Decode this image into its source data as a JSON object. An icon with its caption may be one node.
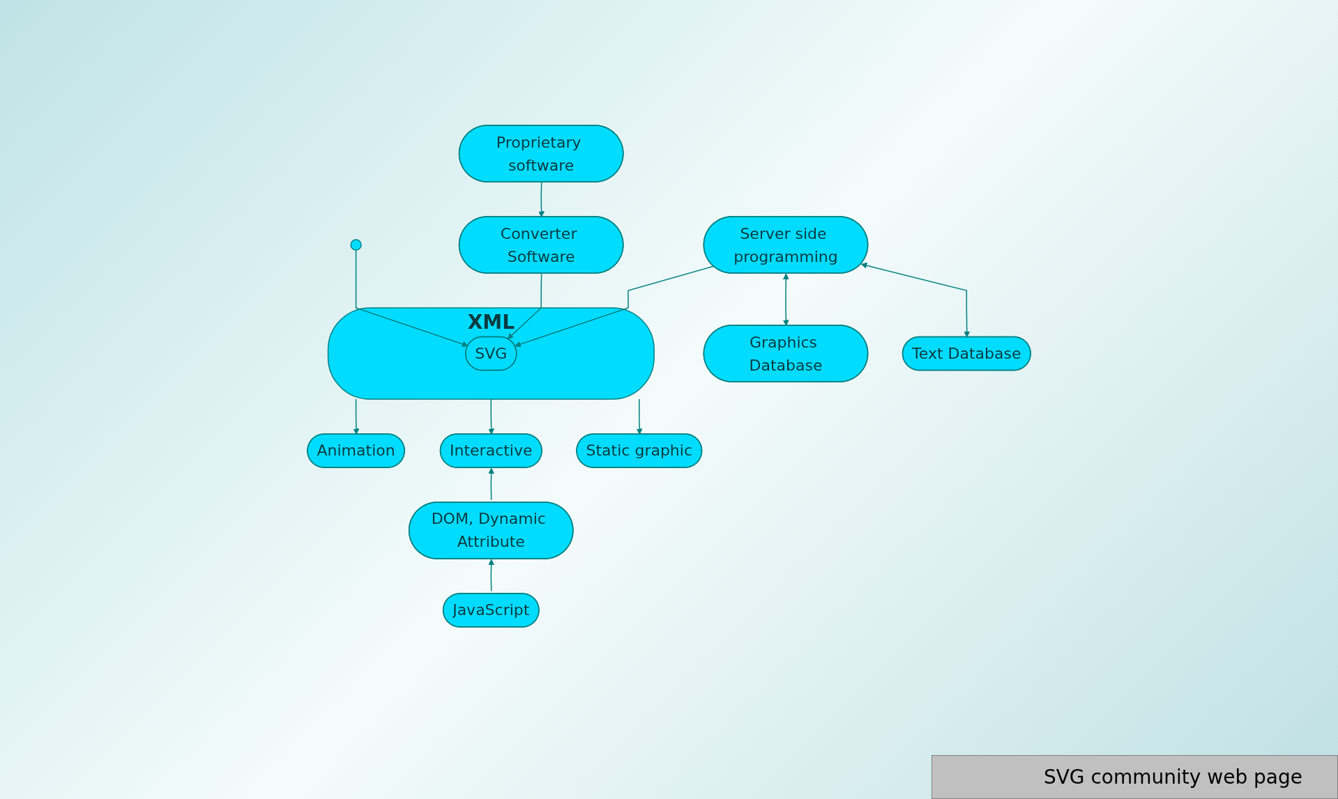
{
  "diagram": {
    "nodes": [
      {
        "text": [],
        "shape": "circle"
      },
      {
        "text": [
          "Converter Software"
        ]
      },
      {
        "text": [
          "Proprietary software"
        ]
      },
      {
        "text": [
          "XML"
        ]
      },
      {
        "text": [
          "SVG"
        ],
        "in": 3
      },
      {
        "text": [
          "Server side programming"
        ]
      },
      {
        "text": [
          "Graphics Database"
        ]
      },
      {
        "text": [
          "Text Database"
        ]
      },
      {
        "text": [
          "Animation"
        ]
      },
      {
        "text": [
          "Interactive"
        ]
      },
      {
        "text": [
          "Static graphic"
        ]
      },
      {
        "text": [
          "DOM, Dynamic Attribute"
        ]
      },
      {
        "text": [
          "JavaScript"
        ]
      }
    ],
    "edges": [
      {
        "from": 0,
        "to": 4,
        "arrow": "to"
      },
      {
        "from": 1,
        "to": 4,
        "arrow": "to"
      },
      {
        "from": 2,
        "to": 1,
        "arrow": "to"
      },
      {
        "from": 5,
        "to": 4,
        "arrow": "to"
      },
      {
        "from": 5,
        "to": 6,
        "arrow": "both"
      },
      {
        "from": 5,
        "to": 7,
        "arrow": "both"
      },
      {
        "from": 3,
        "to": 8,
        "arrow": "to"
      },
      {
        "from": 3,
        "to": 9,
        "arrow": "to"
      },
      {
        "from": 3,
        "to": 10,
        "arrow": "to"
      },
      {
        "from": 11,
        "to": 9,
        "arrow": "to"
      },
      {
        "from": 12,
        "to": 11,
        "arrow": "to"
      }
    ],
    "labels": [
      "SVG community web page"
    ]
  }
}
